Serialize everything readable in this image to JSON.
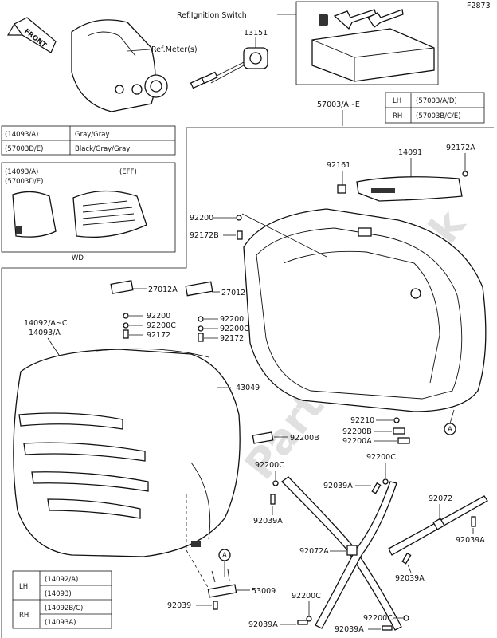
{
  "figure_code": "F2873",
  "watermark": "PartsRepublik",
  "labels": {
    "front": "FRONT",
    "ref_ignition": "Ref.Ignition Switch",
    "ref_meter": "Ref.Meter(s)",
    "p13151": "13151",
    "p57003": "57003/A~E",
    "p14091": "14091",
    "p92172A": "92172A",
    "p92161": "92161",
    "p92200_top": "92200",
    "p92172B": "92172B",
    "p27012A": "27012A",
    "p27012": "27012",
    "p92200_l": "92200",
    "p92200C_l": "92200C",
    "p92172_l": "92172",
    "p92200_r": "92200",
    "p92200C_r": "92200C",
    "p92172_r": "92172",
    "p14092": "14092/A~C",
    "p14093": "14093/A",
    "p43049": "43049",
    "p92200B_box": "92200B",
    "p92210": "92210",
    "p92200B": "92200B",
    "p92200A": "92200A",
    "p92200C_a": "92200C",
    "p92200C_b": "92200C",
    "p92039A_a": "92039A",
    "p92039A_b": "92039A",
    "p92072": "92072",
    "p92072A": "92072A",
    "p92039A_c": "92039A",
    "p92039A_d": "92039A",
    "p92200C_c": "92200C",
    "p92200C_d": "92200C",
    "p92039A_e": "92039A",
    "p92039A_f": "92039A",
    "p53009": "53009",
    "p92039": "92039",
    "circle_a": "A",
    "wd": "WD",
    "eff": "(EFF)",
    "inset_parts": [
      "(14093/A)",
      "(57003D/E)"
    ]
  },
  "side_table_top": {
    "rows": [
      {
        "side": "LH",
        "part": "(57003/A/D)"
      },
      {
        "side": "RH",
        "part": "(57003B/C/E)"
      }
    ]
  },
  "color_table": {
    "rows": [
      {
        "part": "(14093/A)",
        "color": "Gray/Gray"
      },
      {
        "part": "(57003D/E)",
        "color": "Black/Gray/Gray"
      }
    ]
  },
  "side_table_bottom": {
    "rows": [
      {
        "side": "LH",
        "parts": [
          "(14092/A)",
          "(14093)"
        ]
      },
      {
        "side": "RH",
        "parts": [
          "(14092B/C)",
          "(14093A)"
        ]
      }
    ]
  }
}
